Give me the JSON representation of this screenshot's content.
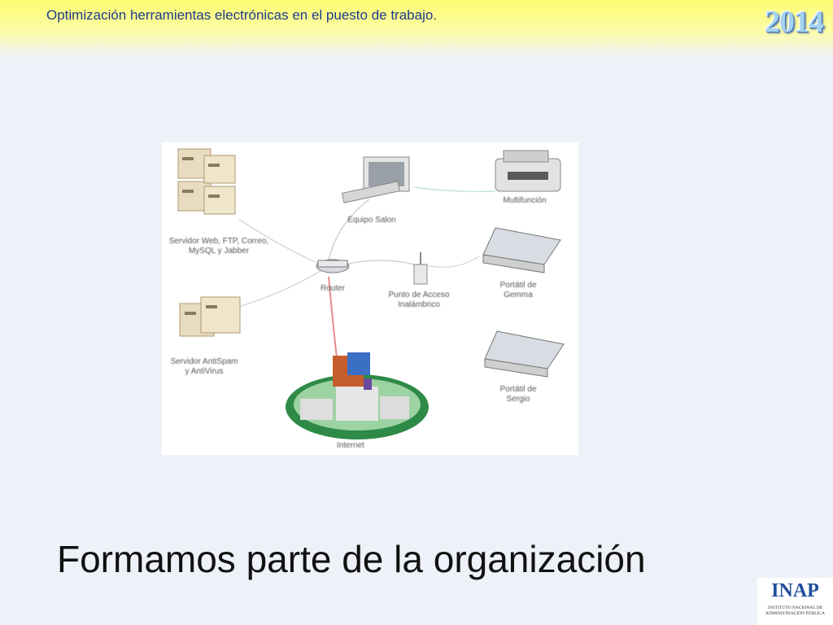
{
  "header": {
    "title": "Optimización herramientas electrónicas en el puesto de trabajo.",
    "year": "2014"
  },
  "diagram": {
    "labels": {
      "servers": "Servidor Web, FTP, Correo, MySQL y Jabber",
      "antispam": "Servidor AntiSpam y AntiVirus",
      "equipo": "Equipo Salon",
      "router": "Router",
      "access_point": "Punto de Acceso Inalámbrico",
      "multifuncion": "Multifunción",
      "portatil1": "Portátil de Gemma",
      "portatil2": "Portátil de Sergio",
      "internet": "Internet"
    }
  },
  "caption": "Formamos parte de la organización",
  "logo": {
    "main": "INAP",
    "sub": "INSTITUTO NACIONAL DE ADMINISTRACIÓN PÚBLICA"
  }
}
